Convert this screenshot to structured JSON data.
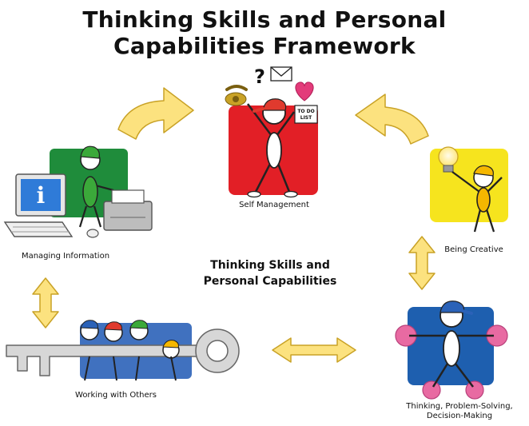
{
  "title": {
    "line1": "Thinking Skills and Personal",
    "line2": "Capabilities Framework"
  },
  "center": {
    "line1": "Thinking Skills and",
    "line2": "Personal Capabilities"
  },
  "nodes": {
    "self_management": "Self Management",
    "being_creative": "Being Creative",
    "thinking": {
      "line1": "Thinking, Problem-Solving,",
      "line2": "Decision-Making"
    },
    "working_with_others": "Working with Others",
    "managing_information": "Managing Information"
  },
  "todo_card": {
    "line1": "TO DO",
    "line2": "LIST"
  },
  "question_mark": "?",
  "info_symbol": "i",
  "colors": {
    "arrow_fill": "#FCE27F",
    "arrow_stroke": "#C9A226",
    "red_panel": "#E21F26",
    "yellow_panel": "#F6E41E",
    "blue_panel": "#1E5FAF",
    "green_panel": "#1F8C3B",
    "figure_green": "#3BA93A",
    "figure_red": "#E03A2E",
    "figure_blue": "#2B62B8",
    "figure_yellow": "#F5B700",
    "pom_pom_pink": "#E86AA2"
  },
  "icons": [
    "question-mark-icon",
    "envelope-icon",
    "heart-icon",
    "telephone-icon",
    "todo-list-icon",
    "lightbulb-icon",
    "computer-icon",
    "key-icon",
    "pom-pom-icon"
  ]
}
